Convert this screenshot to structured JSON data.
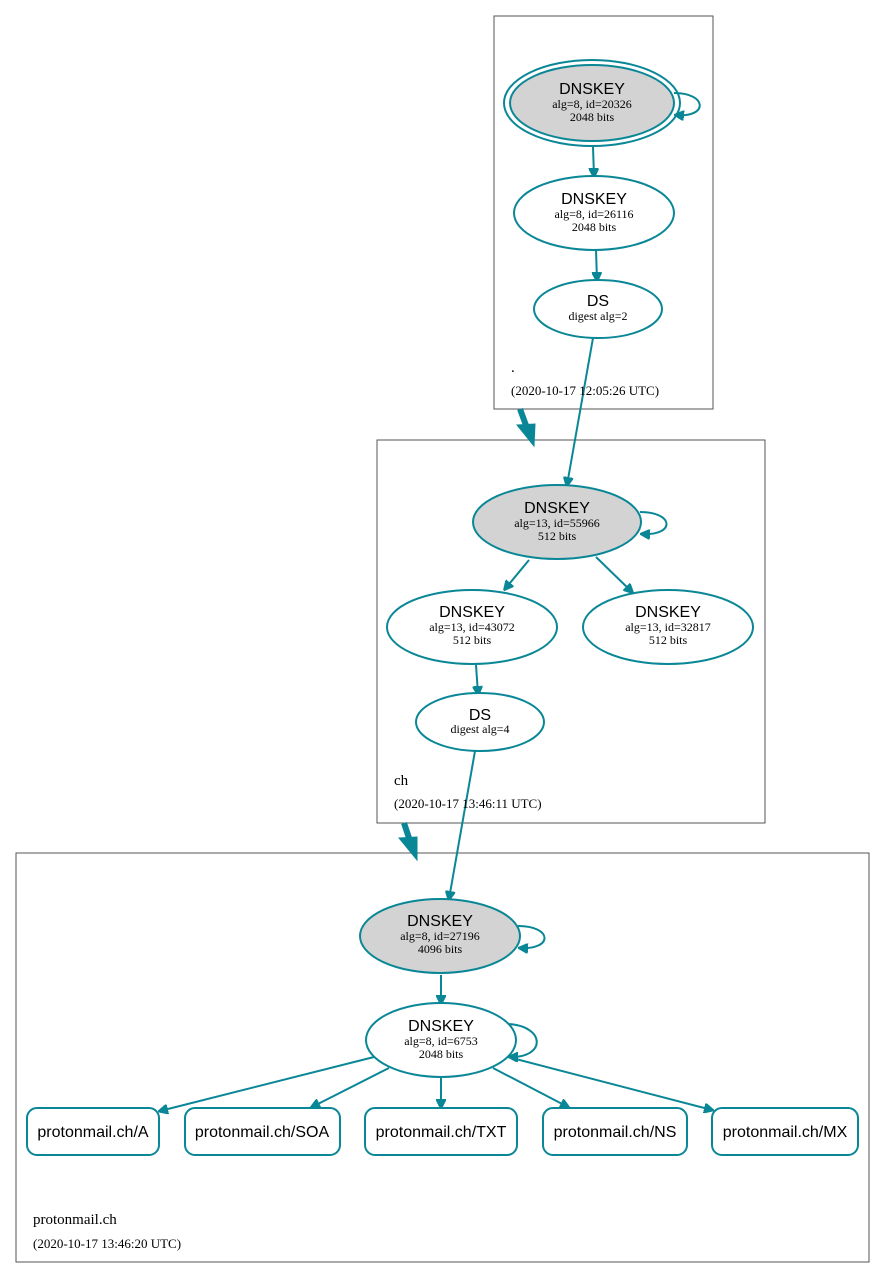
{
  "colors": {
    "edge": "#0a8796",
    "node_fill_ksk": "#d3d3d3",
    "node_fill_default": "#ffffff",
    "zone_border": "#555555"
  },
  "zones": {
    "root": {
      "name": ".",
      "timestamp": "(2020-10-17 12:05:26 UTC)",
      "nodes": {
        "ksk": {
          "title": "DNSKEY",
          "line1": "alg=8, id=20326",
          "line2": "2048 bits"
        },
        "zsk": {
          "title": "DNSKEY",
          "line1": "alg=8, id=26116",
          "line2": "2048 bits"
        },
        "ds": {
          "title": "DS",
          "line1": "digest alg=2"
        }
      }
    },
    "ch": {
      "name": "ch",
      "timestamp": "(2020-10-17 13:46:11 UTC)",
      "nodes": {
        "ksk": {
          "title": "DNSKEY",
          "line1": "alg=13, id=55966",
          "line2": "512 bits"
        },
        "zsk1": {
          "title": "DNSKEY",
          "line1": "alg=13, id=43072",
          "line2": "512 bits"
        },
        "zsk2": {
          "title": "DNSKEY",
          "line1": "alg=13, id=32817",
          "line2": "512 bits"
        },
        "ds": {
          "title": "DS",
          "line1": "digest alg=4"
        }
      }
    },
    "protonmail": {
      "name": "protonmail.ch",
      "timestamp": "(2020-10-17 13:46:20 UTC)",
      "nodes": {
        "ksk": {
          "title": "DNSKEY",
          "line1": "alg=8, id=27196",
          "line2": "4096 bits"
        },
        "zsk": {
          "title": "DNSKEY",
          "line1": "alg=8, id=6753",
          "line2": "2048 bits"
        }
      },
      "rrsets": [
        "protonmail.ch/A",
        "protonmail.ch/SOA",
        "protonmail.ch/TXT",
        "protonmail.ch/NS",
        "protonmail.ch/MX"
      ]
    }
  }
}
